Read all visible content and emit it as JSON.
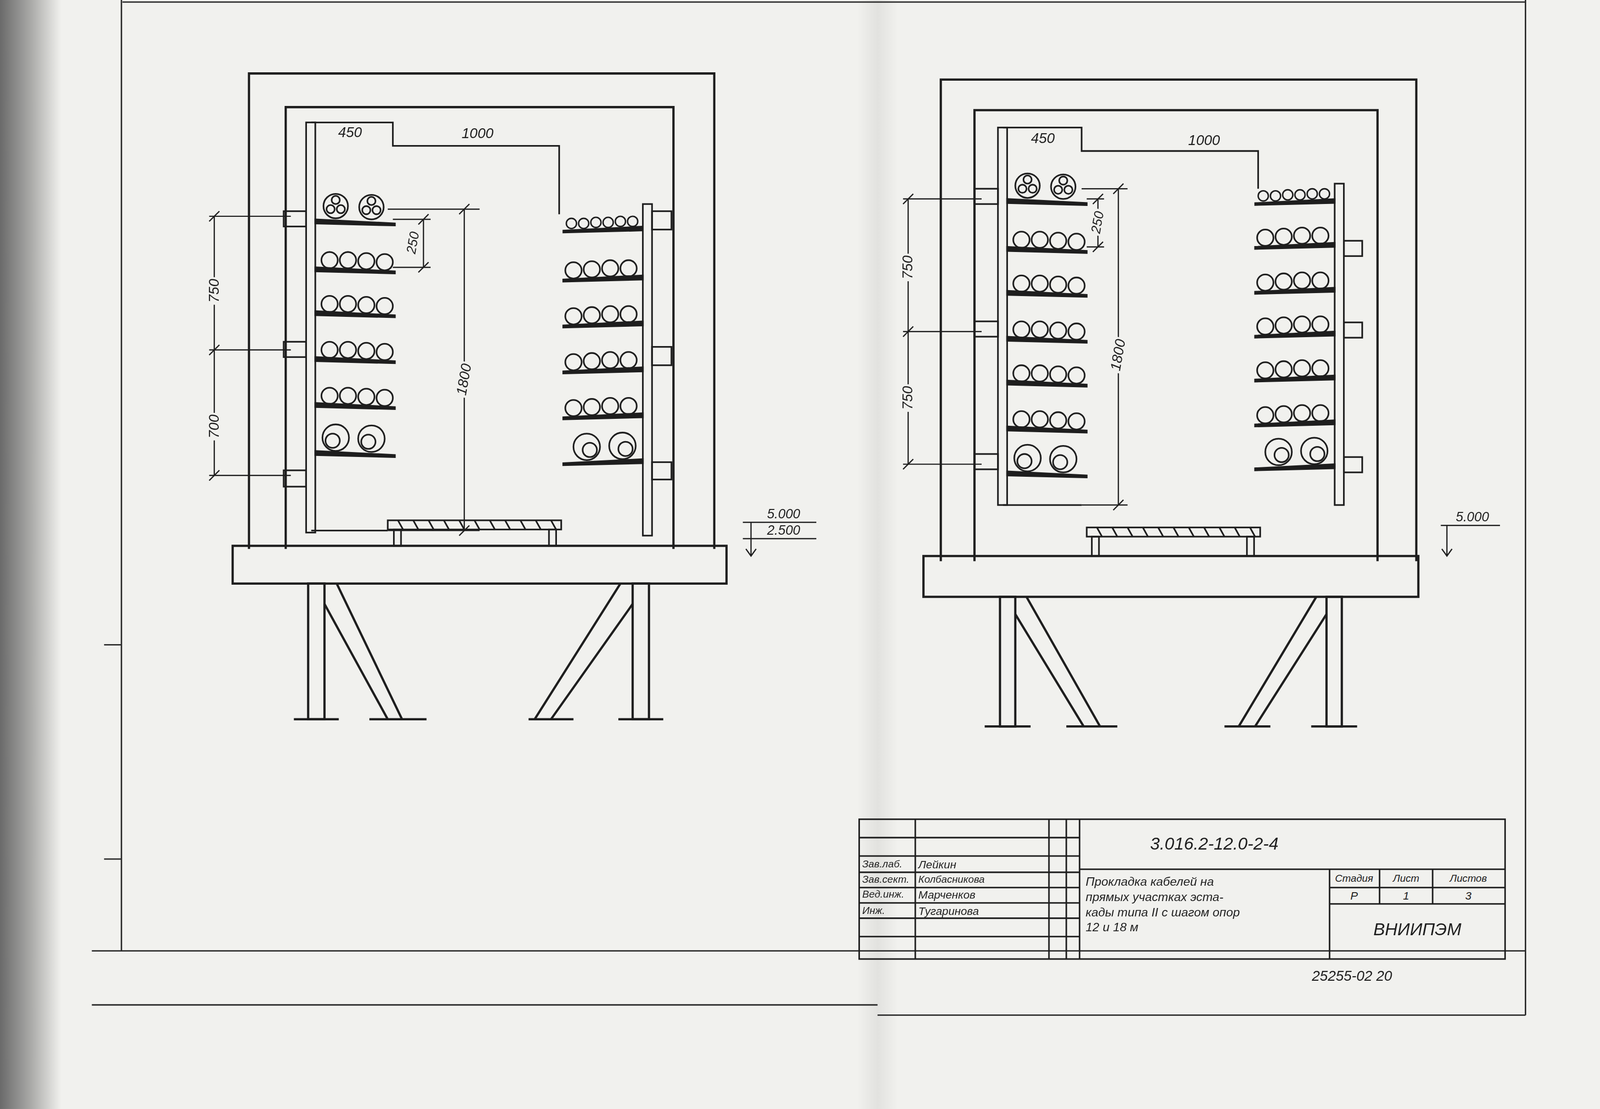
{
  "diagram": {
    "labels": [
      "450",
      "1000",
      "250",
      "750",
      "700",
      "1800",
      "5.000",
      "2.500",
      "450",
      "1000",
      "250",
      "750",
      "750",
      "1800",
      "5.000",
      "3.016.2-12.0-2-4",
      "Зав.лаб.",
      "Лейкин",
      "Зав.сект.",
      "Колбасникова",
      "Вед.инж.",
      "Марченков",
      "Инж.",
      "Тугаринова",
      "Прокладка кабелей на прямых участках эста- кады типа II с шагом опор 12 и 18 м",
      "Стадия",
      "Лист",
      "Листов",
      "Р",
      "1",
      "3",
      "ВНИИПЭМ",
      "25255-02 20"
    ]
  }
}
